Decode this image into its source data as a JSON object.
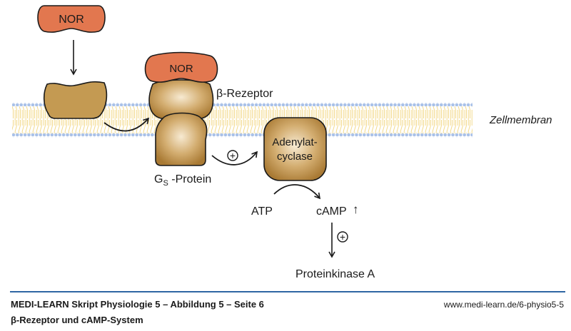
{
  "diagram": {
    "ligand_free": "NOR",
    "ligand_bound": "NOR",
    "receptor_label": "β-Rezeptor",
    "gprotein_label_main": "G",
    "gprotein_label_sub": "S",
    "gprotein_label_suffix": " -Protein",
    "enzyme_line1": "Adenylat-",
    "enzyme_line2": "cyclase",
    "membrane_label": "Zellmembran",
    "substrate": "ATP",
    "product": "cAMP",
    "product_change_symbol": "↑",
    "activation_symbol": "+",
    "target": "Proteinkinase A"
  },
  "colors": {
    "ligand": "#e2774f",
    "receptor": "#c49a52",
    "membrane_tail": "#f3d98a",
    "membrane_head": "#a9c1e8",
    "rule": "#2f66a3"
  },
  "footer": {
    "title": "MEDI-LEARN Skript Physiologie 5 – Abbildung 5 – Seite 6",
    "subtitle": "β-Rezeptor und cAMP-System",
    "url": "www.medi-learn.de/6-physio5-5"
  }
}
